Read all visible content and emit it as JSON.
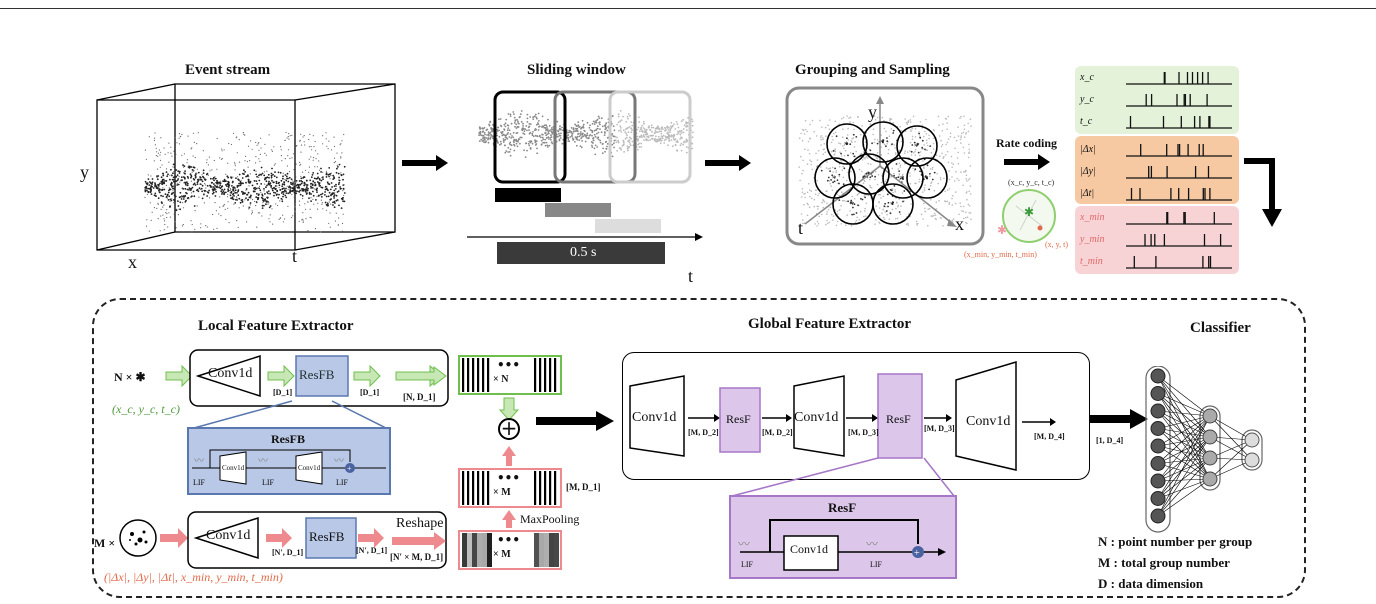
{
  "top": {
    "event_stream_title": "Event stream",
    "axis_y": "y",
    "axis_x": "x",
    "axis_t": "t",
    "sliding_window_title": "Sliding window",
    "window_duration": "0.5 s",
    "window_t_label": "t",
    "grouping_title": "Grouping and  Sampling",
    "grouping_y": "y",
    "grouping_t": "t",
    "grouping_x": "x",
    "rate_coding_label": "Rate coding",
    "rate_center_label": "(x_c, y_c, t_c)",
    "rate_point_label": "(x, y, t)",
    "rate_min_label": "(x_min, y_min, t_min)",
    "spike_rows": [
      {
        "label": "x_c",
        "group": "green"
      },
      {
        "label": "y_c",
        "group": "green"
      },
      {
        "label": "t_c",
        "group": "green"
      },
      {
        "label": "|Δx|",
        "group": "orange"
      },
      {
        "label": "|Δy|",
        "group": "orange"
      },
      {
        "label": "|Δt|",
        "group": "orange"
      },
      {
        "label": "x_min",
        "group": "pink"
      },
      {
        "label": "y_min",
        "group": "pink"
      },
      {
        "label": "t_min",
        "group": "pink"
      }
    ]
  },
  "local": {
    "title": "Local Feature Extractor",
    "input_top": "N ×",
    "input_top_sub": "(x_c, y_c, t_c)",
    "conv1d": "Conv1d",
    "resfb": "ResFB",
    "d1_label": "[D_1]",
    "d1_label2": "[D_1]",
    "n_d1": "[N, D_1]",
    "resfb_detail_title": "ResFB",
    "lif": "LIF",
    "conv_small": "Conv1d",
    "input_bottom": "M ×",
    "input_bottom_sub": "(|Δx|, |Δy|, |Δt|, x_min, y_min, t_min)",
    "nprime_d1": "[N′, D_1]",
    "nprime_d1_2": "[N′, D_1]",
    "reshape": "Reshape",
    "nprime_m_d1": "[N′ × M, D_1]",
    "times_n": "× N",
    "times_m": "× M",
    "times_m2": "× M",
    "m_d1": "[M, D_1]",
    "maxpooling": "MaxPooling",
    "dots": "•••"
  },
  "global": {
    "title": "Global Feature Extractor",
    "conv1d_a": "Conv1d",
    "resf_a": "ResF",
    "conv1d_b": "Conv1d",
    "resf_b": "ResF",
    "conv1d_c": "Conv1d",
    "md2_a": "[M, D_2]",
    "md2_b": "[M, D_2]",
    "md3_a": "[M, D_3]",
    "md3_b": "[M, D_3]",
    "md4": "[M, D_4]",
    "resf_detail_title": "ResF",
    "conv_detail": "Conv1d",
    "lif": "LIF"
  },
  "classifier": {
    "title": "Classifier",
    "input": "[1, D_4]",
    "legend": [
      "N : point number per group",
      "M : total group number",
      "D : data dimension"
    ]
  },
  "colors": {
    "green": "#8fcf6f",
    "green_bg": "#e3f2d9",
    "orange_bg": "#f6c9a3",
    "pink_bg": "#f7d3d5",
    "blue_box": "#b8c8e6",
    "blue_border": "#5a78b0",
    "purple_box": "#dcc7ea",
    "purple_border": "#a676c8",
    "red_arrow": "#ee8a8e",
    "salmon_text": "#e06a4a"
  }
}
